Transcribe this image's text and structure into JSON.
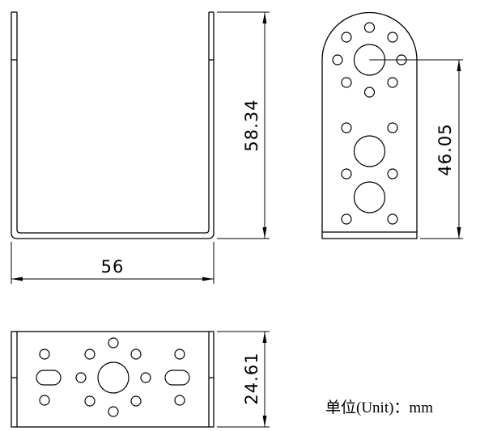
{
  "front_view": {
    "height_dim": "58.34",
    "width_dim": "56"
  },
  "side_view": {
    "hole_height_dim": "46.05"
  },
  "bottom_view": {
    "depth_dim": "24.61"
  },
  "unit_note": "单位(Unit)：mm",
  "colors": {
    "line": "#000000",
    "background": "#ffffff"
  }
}
